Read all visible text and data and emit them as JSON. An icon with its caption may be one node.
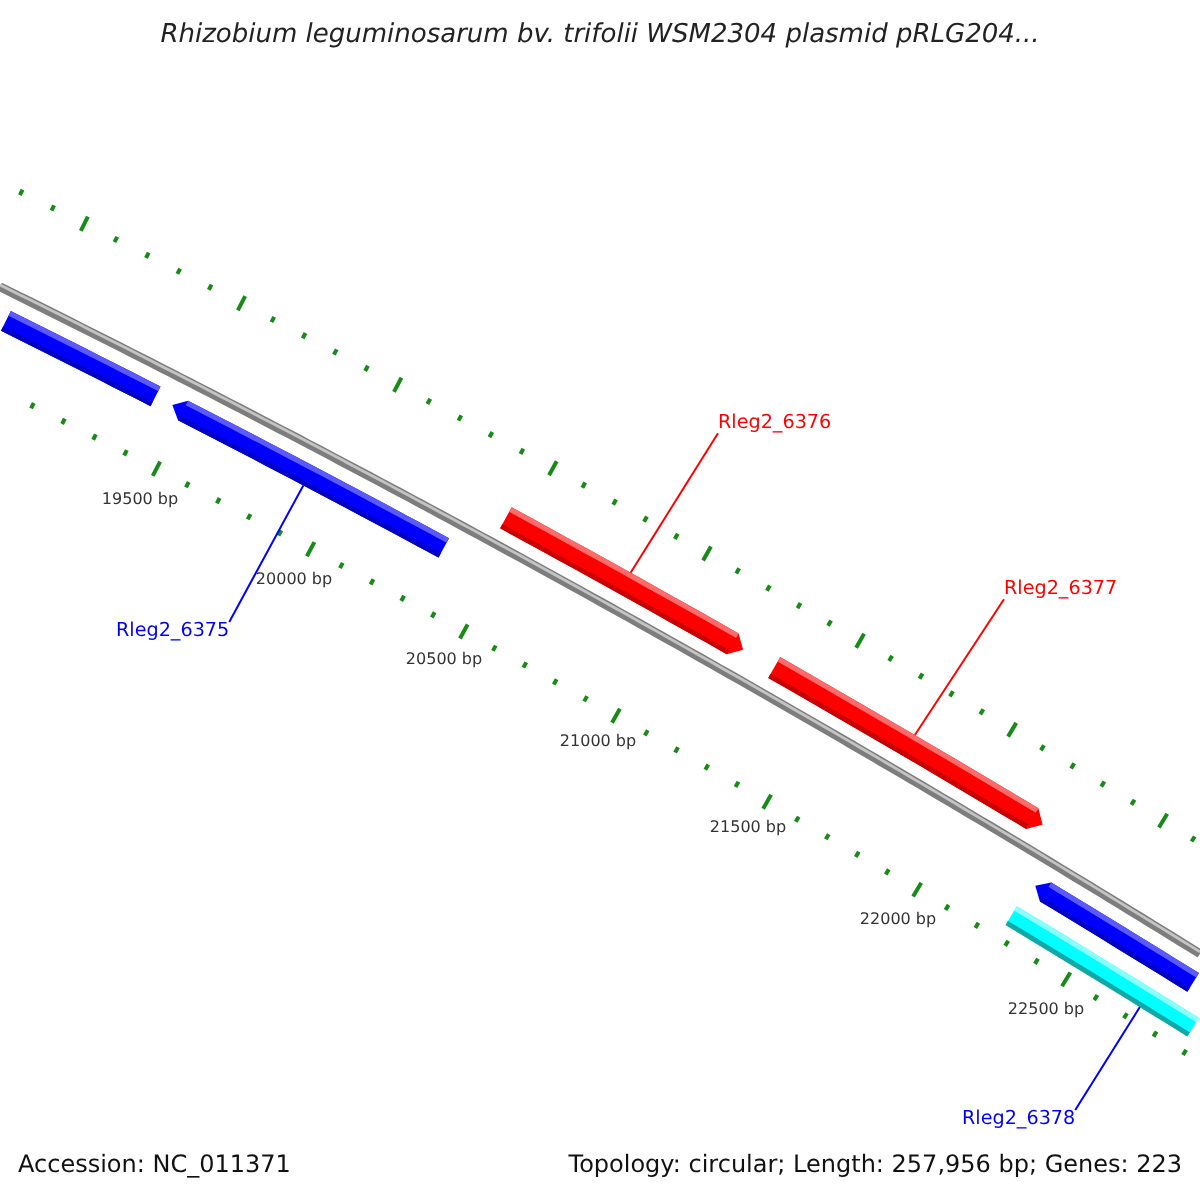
{
  "diagram": {
    "title": "Rhizobium leguminosarum bv. trifolii WSM2304 plasmid pRLG204...",
    "nodes": [
      {
        "text": [],
        "shape": "bar"
      },
      {
        "text": [],
        "shape": "bar"
      },
      {
        "text": [],
        "shape": "bar"
      },
      {
        "text": [],
        "shape": "bar"
      },
      {
        "text": [],
        "shape": "bar"
      },
      {
        "text": [],
        "shape": "bar"
      },
      {
        "text": [
          "Rleg2_6376"
        ]
      },
      {
        "text": [
          "Rleg2_6377"
        ]
      },
      {
        "text": [
          "Rleg2_6375"
        ]
      },
      {
        "text": [
          "Rleg2_6378"
        ]
      }
    ],
    "edges": [
      {
        "from": 6,
        "to": 2,
        "arrow": "none",
        "color": "#ff0000"
      },
      {
        "from": 7,
        "to": 3,
        "arrow": "none",
        "color": "#ff0000"
      },
      {
        "from": 8,
        "to": 1,
        "arrow": "none",
        "color": "#0000ff"
      },
      {
        "from": 9,
        "to": 5,
        "arrow": "none",
        "color": "#0000ff"
      }
    ],
    "labels": [
      "19500 bp",
      "20000 bp",
      "20500 bp",
      "21000 bp",
      "21500 bp",
      "22000 bp",
      "22500 bp",
      "Accession: NC_011371",
      "Topology: circular; Length: 257,956 bp; Genes: 223"
    ]
  }
}
